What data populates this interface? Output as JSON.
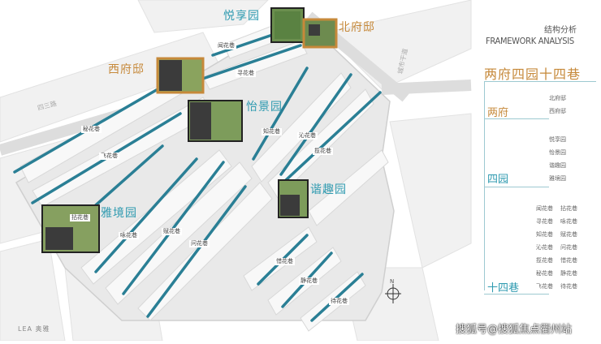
{
  "map": {
    "gardens": [
      {
        "id": "yuexiang",
        "name": "悦享园"
      },
      {
        "id": "yijing",
        "name": "怡景园"
      },
      {
        "id": "xiequ",
        "name": "谐趣园"
      },
      {
        "id": "yajing",
        "name": "雅境园"
      }
    ],
    "mansions": [
      {
        "id": "beifu",
        "name": "北府邸"
      },
      {
        "id": "xifu",
        "name": "西府邸"
      }
    ],
    "lanes": [
      "闻花巷",
      "寻花巷",
      "秘花巷",
      "飞花巷",
      "知花巷",
      "沁花巷",
      "揽花巷",
      "拈花巷",
      "咏花巷",
      "赋花巷",
      "问花巷",
      "惜花巷",
      "静花巷",
      "待花巷"
    ],
    "roads": [
      "四三路",
      "城市干道"
    ],
    "north_marker": "N",
    "logo": "LEA 奥雅",
    "colors": {
      "lane": "#2a7f95",
      "garden_text": "#2e9ab0",
      "mansion_text": "#c6893a",
      "block": "#f3f3f3",
      "site": "#e6e6e6"
    }
  },
  "panel": {
    "title_cn": "结构分析",
    "title_en": "FRAMEWORK ANALYSIS",
    "headline": "两府四园十四巷",
    "groups": [
      {
        "id": "liangfu",
        "label": "两府",
        "items": [
          "北府邸",
          "西府邸"
        ]
      },
      {
        "id": "siyuan",
        "label": "四园",
        "items": [
          "悦享园",
          "怡景园",
          "谐趣园",
          "雅境园"
        ]
      },
      {
        "id": "shisixiang",
        "label": "十四巷",
        "items": [
          [
            "闻花巷",
            "拈花巷"
          ],
          [
            "寻花巷",
            "咏花巷"
          ],
          [
            "知花巷",
            "赋花巷"
          ],
          [
            "沁花巷",
            "问花巷"
          ],
          [
            "揽花巷",
            "惜花巷"
          ],
          [
            "秘花巷",
            "静花巷"
          ],
          [
            "飞花巷",
            "待花巷"
          ]
        ]
      }
    ]
  },
  "watermark": "搜狐号@搜狐焦点衢州站"
}
